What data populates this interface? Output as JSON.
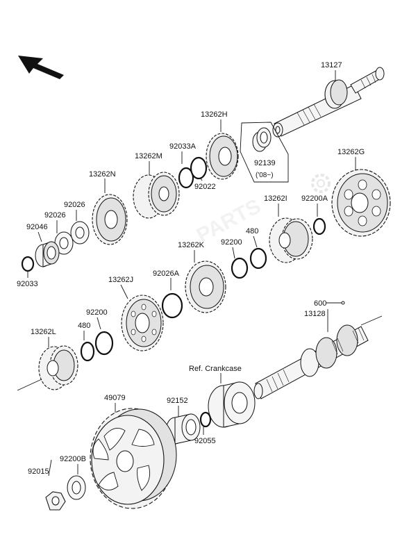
{
  "parts": [
    {
      "id": "13127",
      "label": "13127"
    },
    {
      "id": "13262H",
      "label": "13262H"
    },
    {
      "id": "13262G",
      "label": "13262G"
    },
    {
      "id": "92033A",
      "label": "92033A"
    },
    {
      "id": "13262M",
      "label": "13262M"
    },
    {
      "id": "92139",
      "label": "92139"
    },
    {
      "id": "92139_note",
      "label": "('08~)"
    },
    {
      "id": "92022",
      "label": "92022"
    },
    {
      "id": "13262N",
      "label": "13262N"
    },
    {
      "id": "92026a",
      "label": "92026"
    },
    {
      "id": "92026b",
      "label": "92026"
    },
    {
      "id": "92046",
      "label": "92046"
    },
    {
      "id": "92033",
      "label": "92033"
    },
    {
      "id": "13262I",
      "label": "13262I"
    },
    {
      "id": "92200A",
      "label": "92200A"
    },
    {
      "id": "480a",
      "label": "480"
    },
    {
      "id": "92200a",
      "label": "92200"
    },
    {
      "id": "13262K",
      "label": "13262K"
    },
    {
      "id": "92026A",
      "label": "92026A"
    },
    {
      "id": "13262J",
      "label": "13262J"
    },
    {
      "id": "92200b",
      "label": "92200"
    },
    {
      "id": "480b",
      "label": "480"
    },
    {
      "id": "13262L",
      "label": "13262L"
    },
    {
      "id": "600",
      "label": "600"
    },
    {
      "id": "13128",
      "label": "13128"
    },
    {
      "id": "ref_crankcase",
      "label": "Ref. Crankcase"
    },
    {
      "id": "49079",
      "label": "49079"
    },
    {
      "id": "92152",
      "label": "92152"
    },
    {
      "id": "92055",
      "label": "92055"
    },
    {
      "id": "92200B",
      "label": "92200B"
    },
    {
      "id": "92015",
      "label": "92015"
    }
  ],
  "colors": {
    "line": "#111111",
    "part_fill": "#f3f3f3",
    "watermark": "#e0e0e0"
  },
  "icons": {
    "direction": "arrow-up-left-icon",
    "watermark": "gear-icon"
  }
}
